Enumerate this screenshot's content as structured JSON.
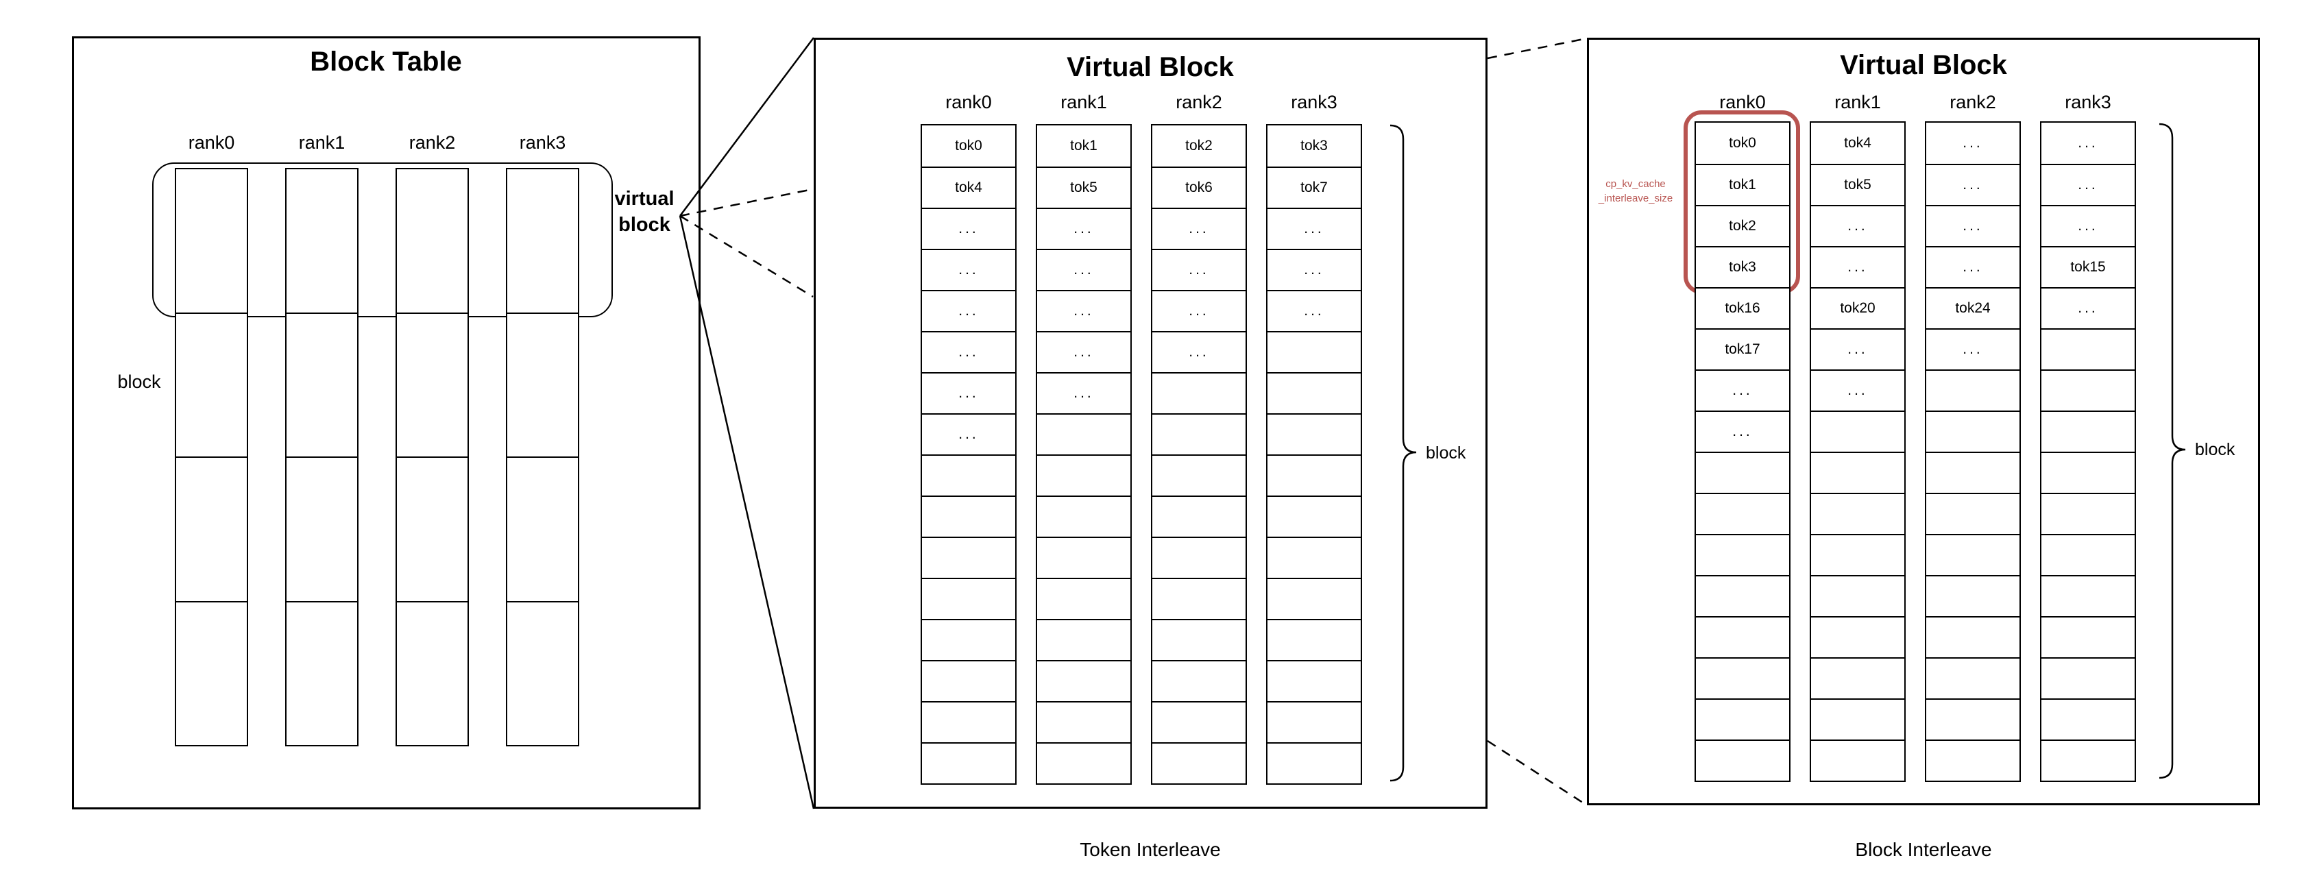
{
  "diagram": {
    "block_table": {
      "title": "Block Table",
      "ranks": [
        "rank0",
        "rank1",
        "rank2",
        "rank3"
      ],
      "row_label": "block",
      "callout_label": "virtual\nblock",
      "blocks_per_rank": 4
    },
    "token_interleave": {
      "title": "Virtual Block",
      "caption": "Token Interleave",
      "ranks": [
        "rank0",
        "rank1",
        "rank2",
        "rank3"
      ],
      "brace_label": "block",
      "grid": [
        [
          "tok0",
          "tok1",
          "tok2",
          "tok3"
        ],
        [
          "tok4",
          "tok5",
          "tok6",
          "tok7"
        ],
        [
          "...",
          "...",
          "...",
          "..."
        ],
        [
          "...",
          "...",
          "...",
          "..."
        ],
        [
          "...",
          "...",
          "...",
          "..."
        ],
        [
          "...",
          "...",
          "...",
          ""
        ],
        [
          "...",
          "...",
          "",
          ""
        ],
        [
          "...",
          "",
          "",
          ""
        ],
        [
          "",
          "",
          "",
          ""
        ],
        [
          "",
          "",
          "",
          ""
        ],
        [
          "",
          "",
          "",
          ""
        ],
        [
          "",
          "",
          "",
          ""
        ],
        [
          "",
          "",
          "",
          ""
        ],
        [
          "",
          "",
          "",
          ""
        ],
        [
          "",
          "",
          "",
          ""
        ],
        [
          "",
          "",
          "",
          ""
        ]
      ]
    },
    "block_interleave": {
      "title": "Virtual Block",
      "caption": "Block Interleave",
      "ranks": [
        "rank0",
        "rank1",
        "rank2",
        "rank3"
      ],
      "brace_label": "block",
      "annotation": "cp_kv_cache\n_interleave_size",
      "grid": [
        [
          "tok0",
          "tok4",
          "...",
          "..."
        ],
        [
          "tok1",
          "tok5",
          "...",
          "..."
        ],
        [
          "tok2",
          "...",
          "...",
          "..."
        ],
        [
          "tok3",
          "...",
          "...",
          "tok15"
        ],
        [
          "tok16",
          "tok20",
          "tok24",
          "..."
        ],
        [
          "tok17",
          "...",
          "...",
          ""
        ],
        [
          "...",
          "...",
          "",
          ""
        ],
        [
          "...",
          "",
          "",
          ""
        ],
        [
          "",
          "",
          "",
          ""
        ],
        [
          "",
          "",
          "",
          ""
        ],
        [
          "",
          "",
          "",
          ""
        ],
        [
          "",
          "",
          "",
          ""
        ],
        [
          "",
          "",
          "",
          ""
        ],
        [
          "",
          "",
          "",
          ""
        ],
        [
          "",
          "",
          "",
          ""
        ],
        [
          "",
          "",
          "",
          ""
        ]
      ]
    },
    "colors": {
      "annotation_red": "#b85450",
      "line_black": "#000000"
    }
  }
}
